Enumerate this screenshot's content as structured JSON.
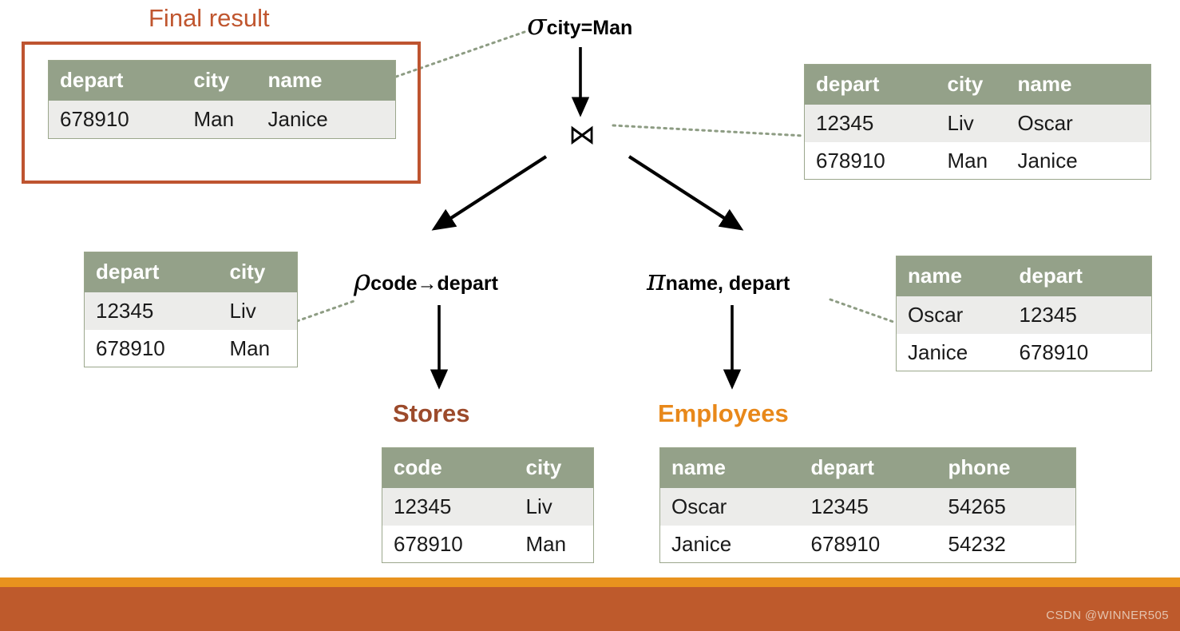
{
  "page": {
    "title_final_result": "Final result",
    "watermark": "CSDN @WINNER505",
    "accent_header_green": "#94A189",
    "accent_row_grey": "#ECECEA",
    "accent_result_border": "#BE5430",
    "accent_final_title": "#C0562F",
    "accent_stores_title": "#9C4A2B",
    "accent_employees_title": "#E8881A",
    "band_orange": "#E8921E",
    "band_brown": "#BE5A2C"
  },
  "operators": {
    "select": {
      "symbol": "σ",
      "subscript": "city=Man"
    },
    "join": {
      "symbol": "⋈"
    },
    "rename": {
      "symbol": "ρ",
      "subscript": "code→depart"
    },
    "project": {
      "symbol": "π",
      "subscript": "name, depart"
    }
  },
  "tables": {
    "final_result": {
      "label": "Final result",
      "columns": [
        "depart",
        "city",
        "name"
      ],
      "rows": [
        [
          "678910",
          "Man",
          "Janice"
        ]
      ]
    },
    "joined": {
      "columns": [
        "depart",
        "city",
        "name"
      ],
      "rows": [
        [
          "12345",
          "Liv",
          "Oscar"
        ],
        [
          "678910",
          "Man",
          "Janice"
        ]
      ]
    },
    "renamed_stores": {
      "columns": [
        "depart",
        "city"
      ],
      "rows": [
        [
          "12345",
          "Liv"
        ],
        [
          "678910",
          "Man"
        ]
      ]
    },
    "projected_employees": {
      "columns": [
        "name",
        "depart"
      ],
      "rows": [
        [
          "Oscar",
          "12345"
        ],
        [
          "Janice",
          "678910"
        ]
      ]
    },
    "stores": {
      "label": "Stores",
      "columns": [
        "code",
        "city"
      ],
      "rows": [
        [
          "12345",
          "Liv"
        ],
        [
          "678910",
          "Man"
        ]
      ]
    },
    "employees": {
      "label": "Employees",
      "columns": [
        "name",
        "depart",
        "phone"
      ],
      "rows": [
        [
          "Oscar",
          "12345",
          "54265"
        ],
        [
          "Janice",
          "678910",
          "54232"
        ]
      ]
    }
  }
}
